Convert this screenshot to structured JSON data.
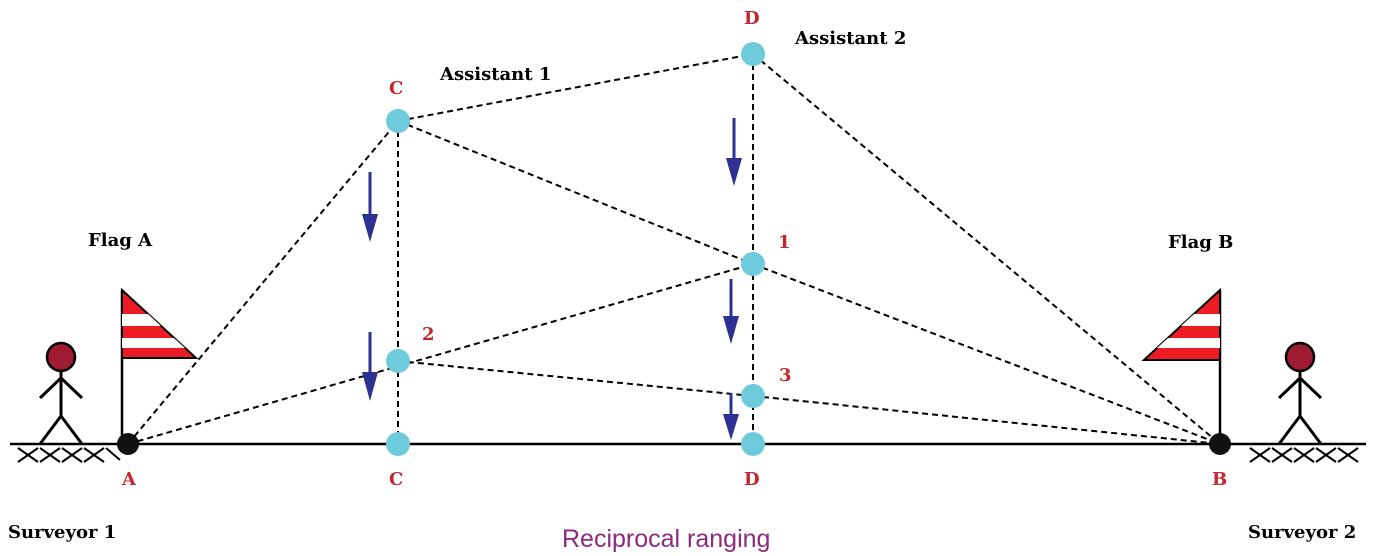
{
  "caption": "Reciprocal ranging",
  "people": {
    "surveyor_1": "Surveyor 1",
    "surveyor_2": "Surveyor 2",
    "assistant_1": "Assistant 1",
    "assistant_2": "Assistant 2"
  },
  "flags": {
    "flag_a": "Flag A",
    "flag_b": "Flag B"
  },
  "points": {
    "a": "A",
    "b": "B",
    "c_ground": "C",
    "d_ground": "D",
    "c_top": "C",
    "d_top": "D",
    "p1": "1",
    "p2": "2",
    "p3": "3"
  },
  "colors": {
    "point_fill": "#6ecbdc",
    "label_red": "#c1272d",
    "arrow": "#2e3192",
    "flag_red": "#ed1c24",
    "person_head": "#9e1b32",
    "caption": "#8b2a7f"
  }
}
